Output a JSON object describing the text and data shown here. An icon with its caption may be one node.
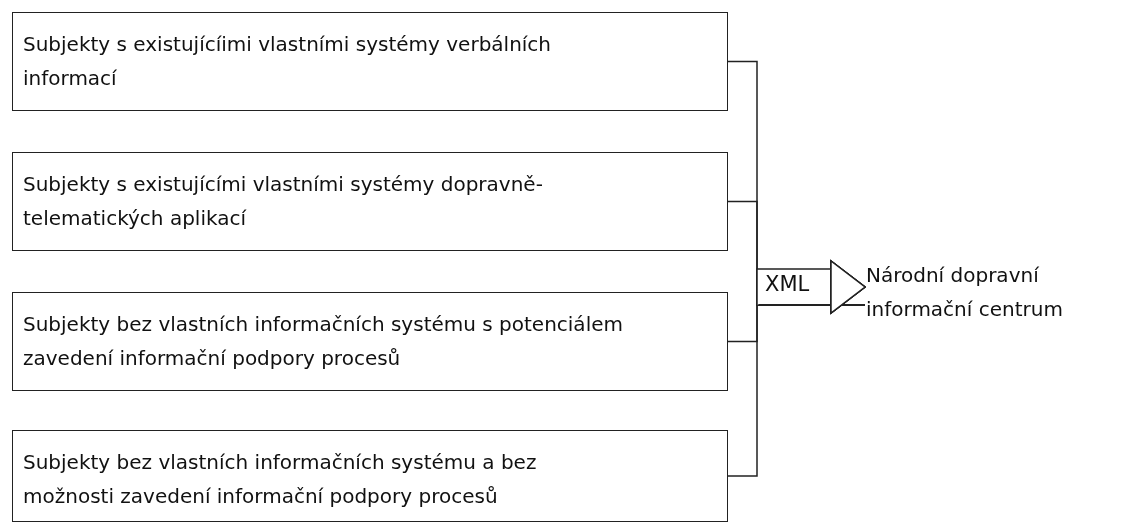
{
  "diagram": {
    "nodes": [
      {
        "text": [
          "Subjekty s existujícíimi vlastními systémy verbálních informací"
        ]
      },
      {
        "text": [
          "Subjekty s existujícími vlastními systémy dopravně-telematických aplikací"
        ]
      },
      {
        "text": [
          "Subjekty bez vlastních informačních systému s potenciálem zavedení informační podpory procesů"
        ]
      },
      {
        "text": [
          "Subjekty bez vlastních informačních systému a bez možnosti zavedení informační podpory procesů"
        ]
      },
      {
        "text": [
          "Národní dopravní informační centrum"
        ]
      }
    ],
    "edges": [
      {
        "from": 0,
        "to": 4,
        "arrow": "to"
      },
      {
        "from": 1,
        "to": 4,
        "arrow": "to"
      },
      {
        "from": 2,
        "to": 4,
        "arrow": "to"
      },
      {
        "from": 3,
        "to": 4,
        "arrow": "to"
      }
    ],
    "labels": [
      "XML"
    ]
  }
}
